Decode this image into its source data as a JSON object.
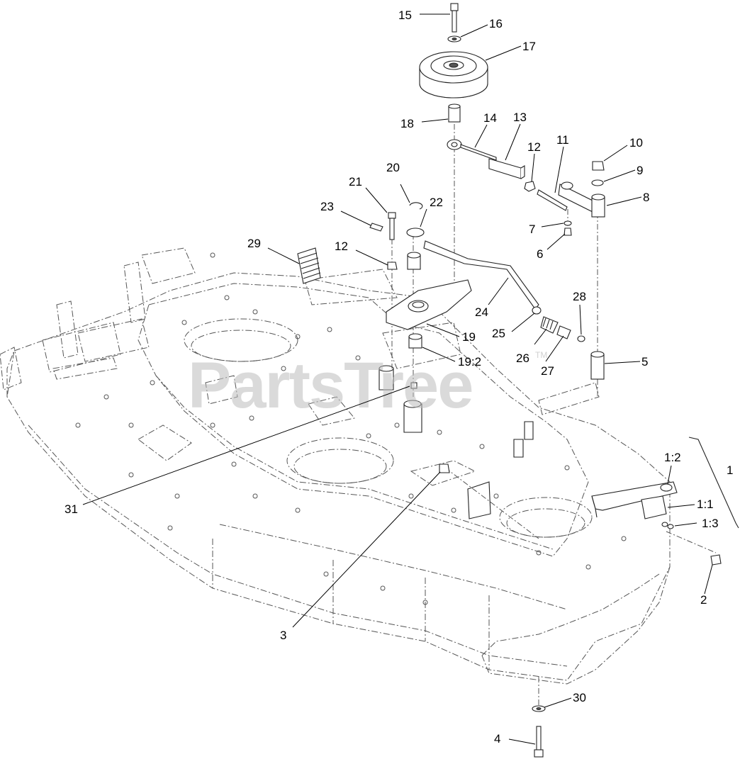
{
  "watermark": {
    "text": "PartsTree",
    "tm": "TM"
  },
  "callouts": [
    {
      "id": "c15",
      "label": "15"
    },
    {
      "id": "c16",
      "label": "16"
    },
    {
      "id": "c17",
      "label": "17"
    },
    {
      "id": "c18",
      "label": "18"
    },
    {
      "id": "c14",
      "label": "14"
    },
    {
      "id": "c13",
      "label": "13"
    },
    {
      "id": "c12a",
      "label": "12"
    },
    {
      "id": "c11",
      "label": "11"
    },
    {
      "id": "c10",
      "label": "10"
    },
    {
      "id": "c9",
      "label": "9"
    },
    {
      "id": "c8",
      "label": "8"
    },
    {
      "id": "c7",
      "label": "7"
    },
    {
      "id": "c6",
      "label": "6"
    },
    {
      "id": "c20",
      "label": "20"
    },
    {
      "id": "c21",
      "label": "21"
    },
    {
      "id": "c22",
      "label": "22"
    },
    {
      "id": "c23",
      "label": "23"
    },
    {
      "id": "c29",
      "label": "29"
    },
    {
      "id": "c12b",
      "label": "12"
    },
    {
      "id": "c24",
      "label": "24"
    },
    {
      "id": "c28",
      "label": "28"
    },
    {
      "id": "c25",
      "label": "25"
    },
    {
      "id": "c19",
      "label": "19"
    },
    {
      "id": "c26",
      "label": "26"
    },
    {
      "id": "c27",
      "label": "27"
    },
    {
      "id": "c19_2",
      "label": "19:2"
    },
    {
      "id": "c5",
      "label": "5"
    },
    {
      "id": "c1",
      "label": "1"
    },
    {
      "id": "c1_2",
      "label": "1:2"
    },
    {
      "id": "c1_1",
      "label": "1:1"
    },
    {
      "id": "c1_3",
      "label": "1:3"
    },
    {
      "id": "c31",
      "label": "31"
    },
    {
      "id": "c2",
      "label": "2"
    },
    {
      "id": "c3",
      "label": "3"
    },
    {
      "id": "c30",
      "label": "30"
    },
    {
      "id": "c4",
      "label": "4"
    }
  ]
}
